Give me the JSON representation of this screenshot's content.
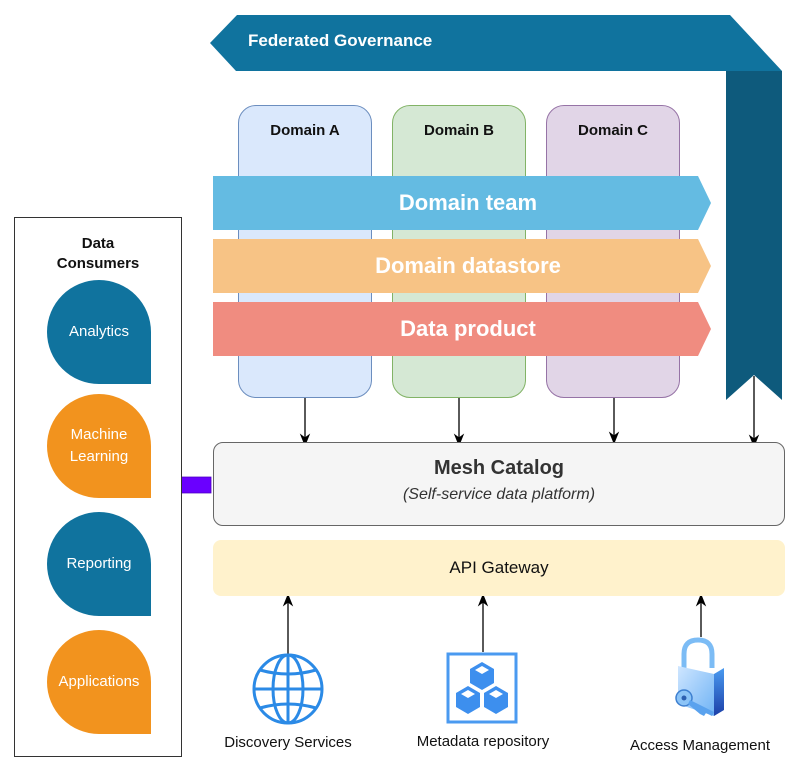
{
  "governance": {
    "label": "Federated Governance",
    "color": "#10739e",
    "dark_color": "#0e5a7c"
  },
  "domains": [
    {
      "label": "Domain A",
      "fill": "#dae8fc",
      "stroke": "#6c8ebf"
    },
    {
      "label": "Domain B",
      "fill": "#d5e8d4",
      "stroke": "#82b366"
    },
    {
      "label": "Domain C",
      "fill": "#e1d5e7",
      "stroke": "#9673a6"
    }
  ],
  "bands": [
    {
      "label": "Domain team",
      "color": "#64bbe2"
    },
    {
      "label": "Domain datastore",
      "color": "#f7c385"
    },
    {
      "label": "Data product",
      "color": "#f08c80"
    }
  ],
  "consumers": {
    "title_line1": "Data",
    "title_line2": "Consumers",
    "items": [
      {
        "label_line1": "Analytics",
        "label_line2": "",
        "color": "blue"
      },
      {
        "label_line1": "Machine",
        "label_line2": "Learning",
        "color": "orange"
      },
      {
        "label_line1": "Reporting",
        "label_line2": "",
        "color": "blue"
      },
      {
        "label_line1": "Applications",
        "label_line2": "",
        "color": "orange"
      }
    ]
  },
  "catalog": {
    "title": "Mesh Catalog",
    "subtitle": "(Self-service data platform)"
  },
  "gateway": {
    "label": "API Gateway"
  },
  "services": [
    {
      "label": "Discovery Services",
      "icon": "globe-icon"
    },
    {
      "label": "Metadata repository",
      "icon": "cubes-icon"
    },
    {
      "label": "Access Management",
      "icon": "lock-key-icon"
    }
  ],
  "arrow_color": "#6a00ff"
}
